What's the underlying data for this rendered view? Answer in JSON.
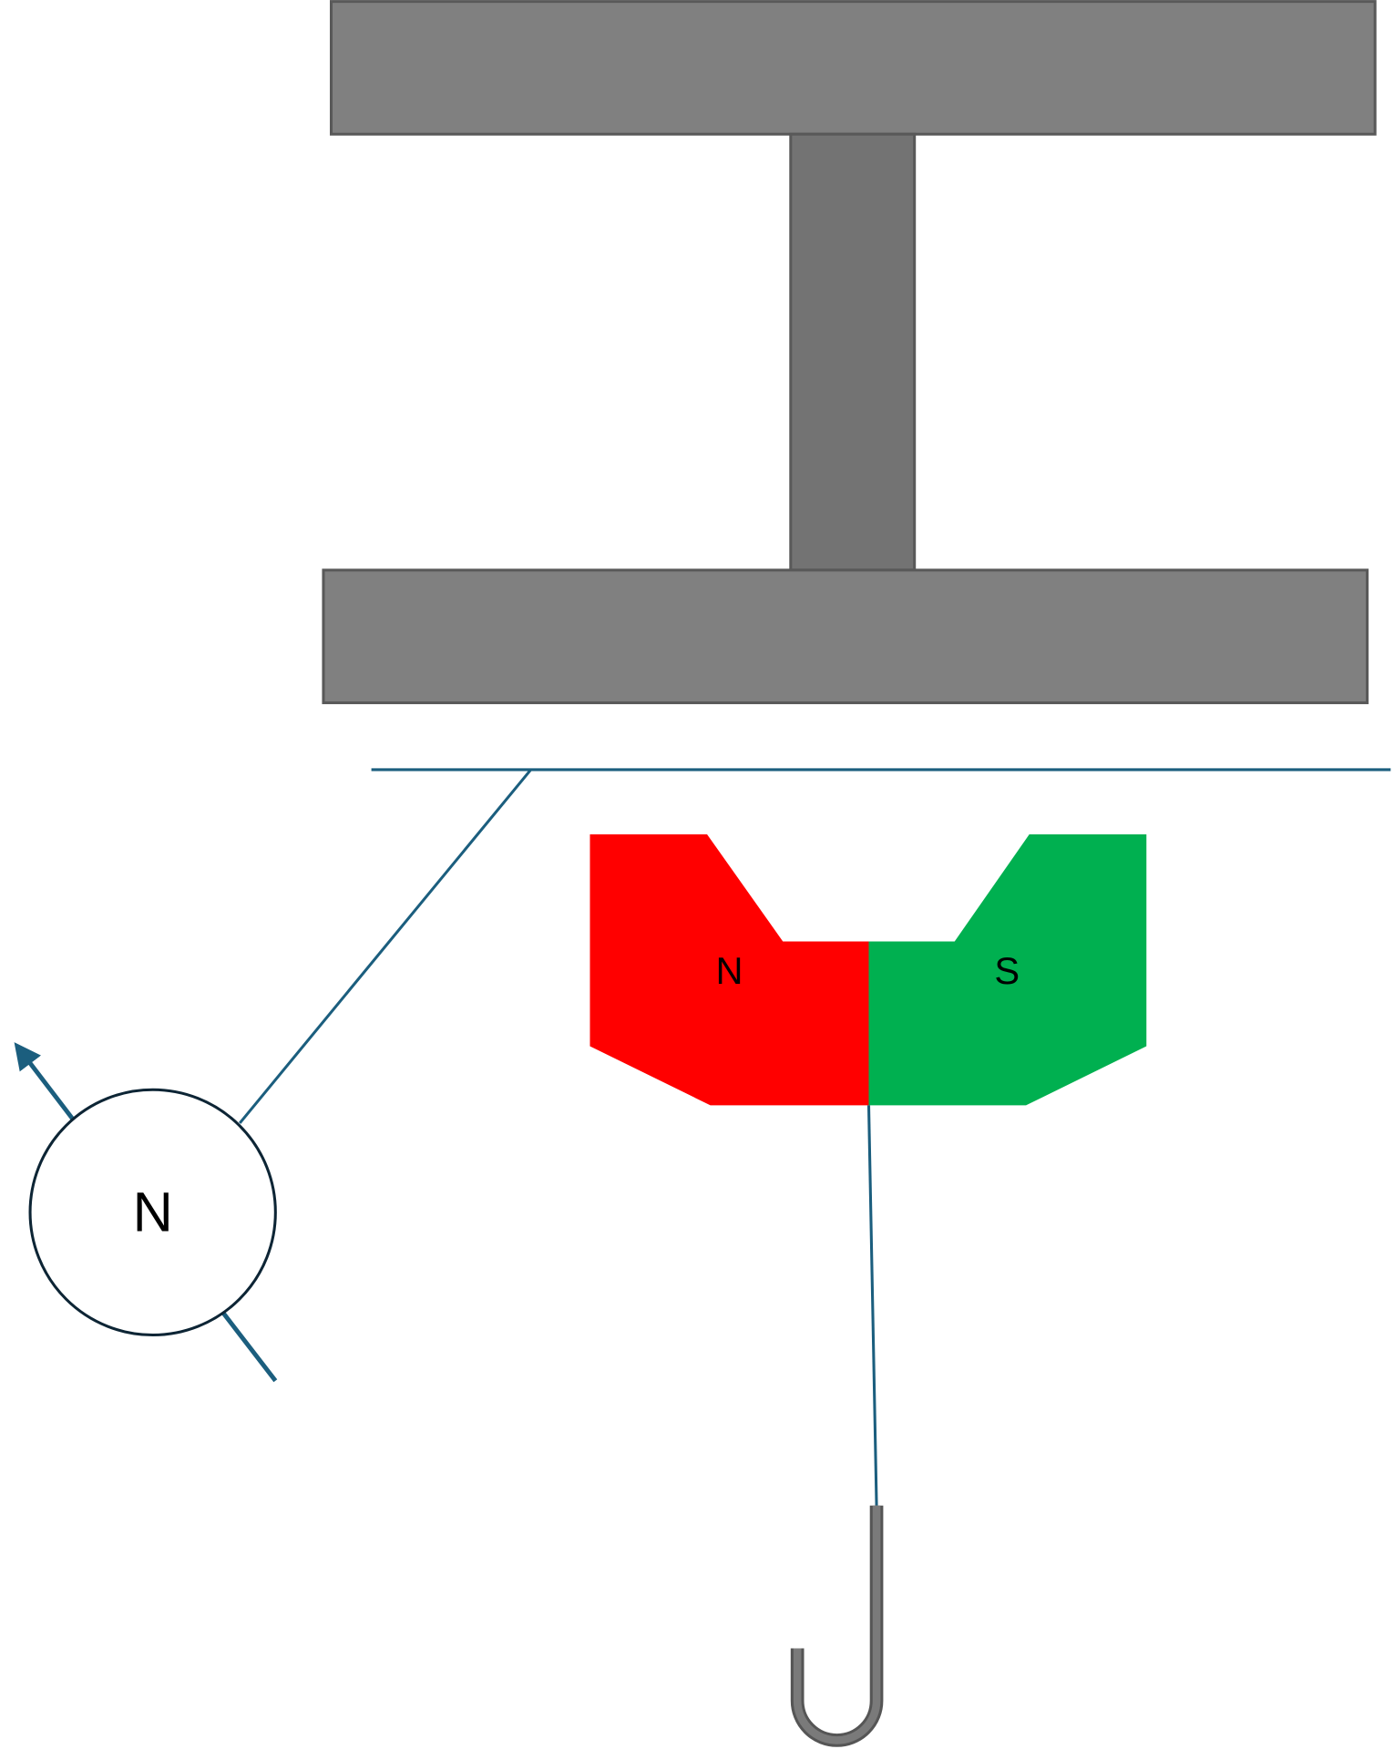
{
  "labels": {
    "magnet_north": "N",
    "magnet_south": "S",
    "compass_pole": "N"
  },
  "colors": {
    "beam_flange": "#808080",
    "beam_web": "#737373",
    "beam_outline": "#595959",
    "magnet_north": "#FF0000",
    "magnet_south": "#00B050",
    "line": "#1B5E7E",
    "compass_outline": "#0D2535",
    "hook": "#6E6E6E"
  }
}
